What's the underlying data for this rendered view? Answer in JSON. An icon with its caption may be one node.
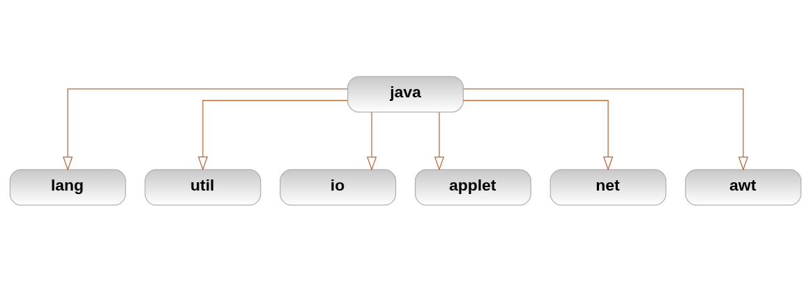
{
  "diagram": {
    "nodes": [
      {
        "text": [
          "java"
        ]
      },
      {
        "text": [
          "lang"
        ]
      },
      {
        "text": [
          "util"
        ]
      },
      {
        "text": [
          "io"
        ]
      },
      {
        "text": [
          "applet"
        ]
      },
      {
        "text": [
          "net"
        ]
      },
      {
        "text": [
          "awt"
        ]
      }
    ],
    "edges": [
      {
        "from": 0,
        "to": 1,
        "arrow": "to"
      },
      {
        "from": 0,
        "to": 2,
        "arrow": "to"
      },
      {
        "from": 0,
        "to": 3,
        "arrow": "to"
      },
      {
        "from": 0,
        "to": 4,
        "arrow": "to"
      },
      {
        "from": 0,
        "to": 5,
        "arrow": "to"
      },
      {
        "from": 0,
        "to": 6,
        "arrow": "to"
      }
    ]
  }
}
